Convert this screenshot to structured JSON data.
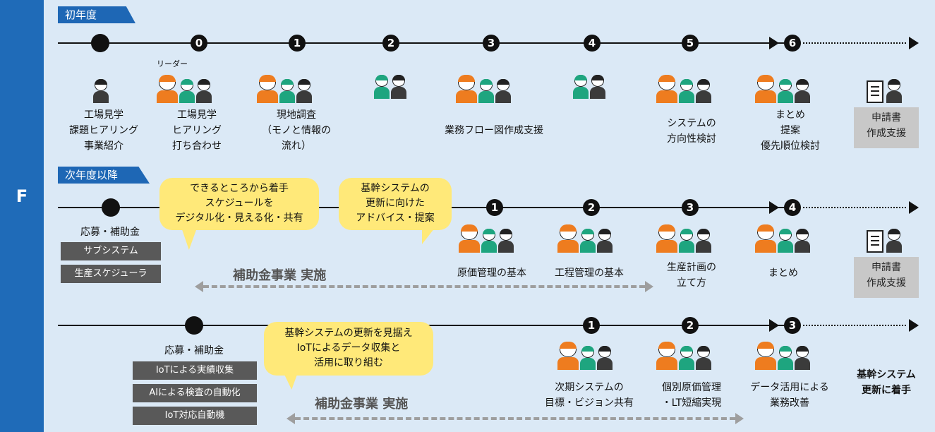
{
  "section_letter": "F",
  "tags": {
    "year1": "初年度",
    "next": "次年度以降"
  },
  "leader": "リーダー",
  "row1": {
    "nums": [
      "0",
      "1",
      "2",
      "3",
      "4",
      "5",
      "6"
    ],
    "labels": {
      "start": "工場見学\n課題ヒアリング\n事業紹介",
      "n0": "工場見学\nヒアリング\n打ち合わせ",
      "n1": "現地調査\n（モノと情報の\n流れ）",
      "n3": "業務フロー図作成支援",
      "n5": "システムの\n方向性検討",
      "n6": "まとめ\n提案\n優先順位検討"
    },
    "support": "申請書\n作成支援"
  },
  "row2": {
    "nums": [
      "1",
      "2",
      "3",
      "4"
    ],
    "apply": "応募・補助金",
    "boxes": [
      "サブシステム",
      "生産スケジューラ"
    ],
    "bubble1": "できるところから着手\nスケジュールを\nデジタル化・見える化・共有",
    "bubble2": "基幹システムの\n更新に向けた\nアドバイス・提案",
    "labels": [
      "原価管理の基本",
      "工程管理の基本",
      "生産計画の\n立て方",
      "まとめ"
    ],
    "subsidy": "補助金事業 実施",
    "support": "申請書\n作成支援"
  },
  "row3": {
    "nums": [
      "1",
      "2",
      "3"
    ],
    "apply": "応募・補助金",
    "boxes": [
      "IoTによる実績収集",
      "AIによる検査の自動化",
      "IoT対応自動機"
    ],
    "bubble": "基幹システムの更新を見据え\nIoTによるデータ収集と\n活用に取り組む",
    "labels": [
      "次期システムの\n目標・ビジョン共有",
      "個別原価管理\n・LT短縮実現",
      "データ活用による\n業務改善"
    ],
    "subsidy": "補助金事業 実施",
    "final": "基幹システム\n更新に着手"
  },
  "colors": {
    "sidebar": "#1f6bb8",
    "tag": "#1e67b5",
    "bubble": "#ffe979",
    "dark_box": "#595959",
    "light_box": "#c8c8c8",
    "orange": "#ee7c1f",
    "green": "#1ea57f"
  }
}
